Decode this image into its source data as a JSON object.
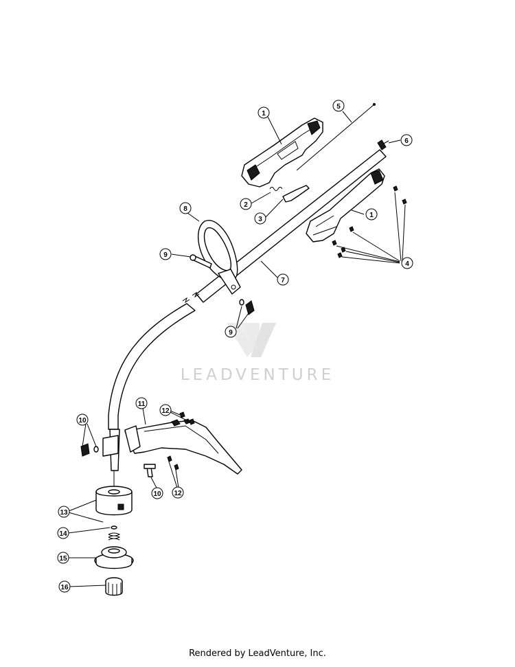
{
  "watermark": {
    "text": "LEADVENTURE"
  },
  "footer": {
    "text": "Rendered by LeadVenture, Inc."
  },
  "callouts": [
    {
      "id": "c1a",
      "label": "1"
    },
    {
      "id": "c1b",
      "label": "1"
    },
    {
      "id": "c2",
      "label": "2"
    },
    {
      "id": "c3",
      "label": "3"
    },
    {
      "id": "c4",
      "label": "4"
    },
    {
      "id": "c5",
      "label": "5"
    },
    {
      "id": "c6",
      "label": "6"
    },
    {
      "id": "c7",
      "label": "7"
    },
    {
      "id": "c8",
      "label": "8"
    },
    {
      "id": "c9a",
      "label": "9"
    },
    {
      "id": "c9b",
      "label": "9"
    },
    {
      "id": "c10a",
      "label": "10"
    },
    {
      "id": "c10b",
      "label": "10"
    },
    {
      "id": "c11",
      "label": "11"
    },
    {
      "id": "c12a",
      "label": "12"
    },
    {
      "id": "c12b",
      "label": "12"
    },
    {
      "id": "c13",
      "label": "13"
    },
    {
      "id": "c14",
      "label": "14"
    },
    {
      "id": "c15",
      "label": "15"
    },
    {
      "id": "c16",
      "label": "16"
    }
  ]
}
